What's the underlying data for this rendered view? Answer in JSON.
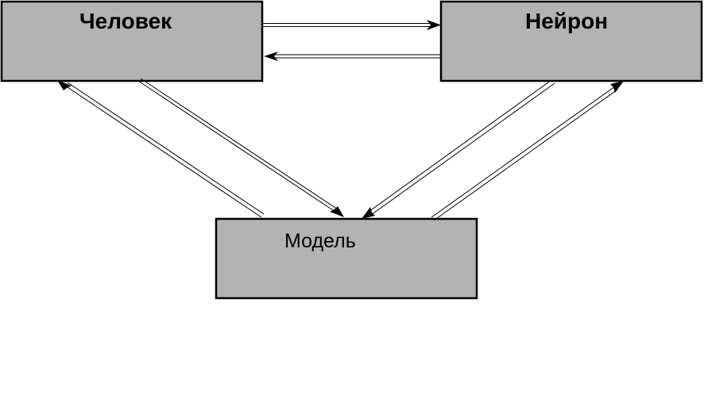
{
  "nodes": {
    "human": {
      "label": "Человек"
    },
    "neuron": {
      "label": "Нейрон"
    },
    "model": {
      "label": "Модель"
    }
  },
  "colors": {
    "box_fill": "#b3b3b3",
    "stroke": "#000000",
    "background": "#ffffff"
  },
  "edges": [
    {
      "from": "human",
      "to": "neuron"
    },
    {
      "from": "neuron",
      "to": "human"
    },
    {
      "from": "human",
      "to": "model"
    },
    {
      "from": "model",
      "to": "human"
    },
    {
      "from": "neuron",
      "to": "model"
    },
    {
      "from": "model",
      "to": "neuron"
    }
  ]
}
